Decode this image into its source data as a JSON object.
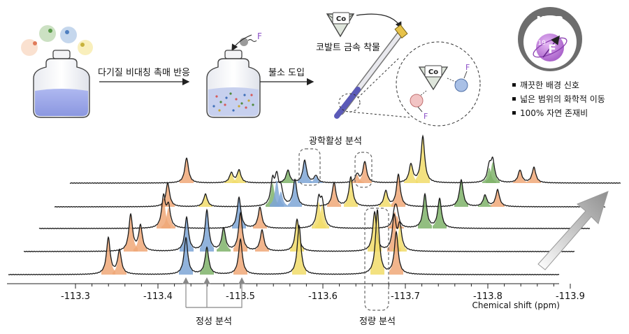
{
  "workflow": {
    "step1_label": "다기질 비대칭 촉매 반응",
    "step2_label": "불소 도입",
    "cobalt_label": "코발트 금속 착물",
    "co_symbol": "Co",
    "fluorine_symbol": "F"
  },
  "nmr_badge": {
    "title": "NMR",
    "isotope_mass": "19",
    "isotope_symbol": "F",
    "bullets": [
      "깨끗한 배경 신호",
      "넓은 범위의 화학적 이동",
      "100%  자연 존재비"
    ]
  },
  "spectrum": {
    "chiral_label": "광학활성 분석",
    "qualitative_label": "정성 분석",
    "quantitative_label": "정량 분석",
    "axis_title": "Chemical shift (ppm)",
    "ticks": [
      "-113.3",
      "-113.4",
      "-113.5",
      "-113.6",
      "-113.7",
      "-113.8",
      "-113.9"
    ]
  },
  "colors": {
    "peak_orange": "#f0a878",
    "peak_yellow": "#f1dc6a",
    "peak_blue": "#7ea6d6",
    "peak_green": "#7fb36a",
    "badge_gray": "#6d6d6d",
    "badge_purple": "#b06cd0"
  }
}
